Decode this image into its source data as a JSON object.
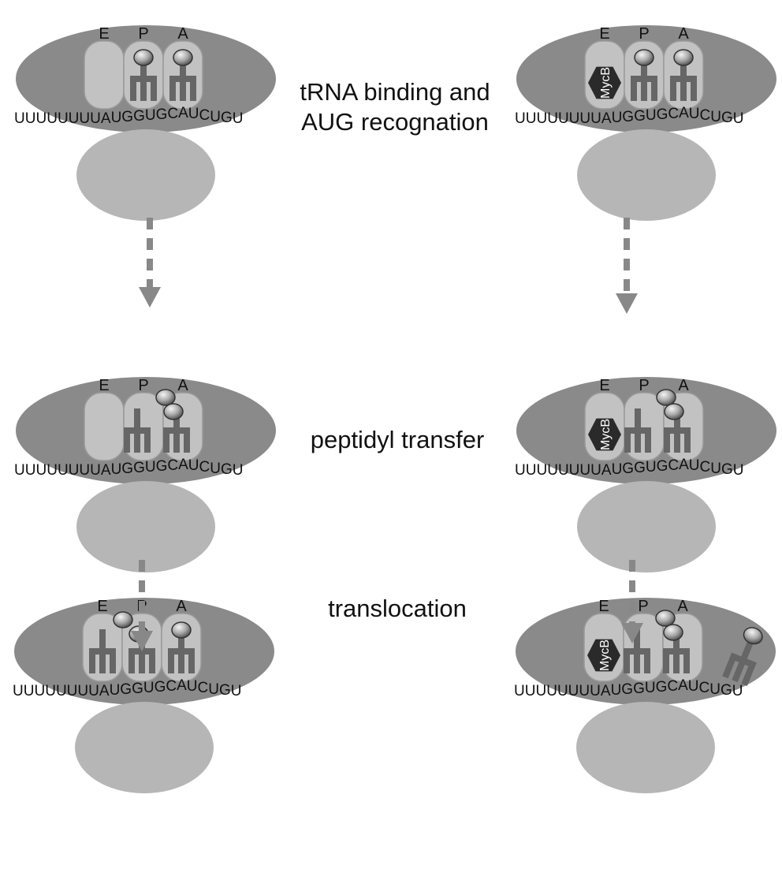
{
  "colors": {
    "large_subunit": "#8a8a8a",
    "small_subunit": "#b6b6b6",
    "site_box": "#c2c2c2",
    "trna": "#666666",
    "arrow": "#888888",
    "mycb": "#2a2a2a"
  },
  "site_letters": [
    "E",
    "P",
    "A"
  ],
  "mrna_sequence": "UUUUUUUUAUGGUGCAUCUGU",
  "inhibitor_label": "MycB",
  "steps": [
    {
      "label_lines": [
        "tRNA binding and",
        "AUG recognation"
      ]
    },
    {
      "label_lines": [
        "peptidyl transfer"
      ]
    },
    {
      "label_lines": [
        "translocation"
      ]
    }
  ]
}
